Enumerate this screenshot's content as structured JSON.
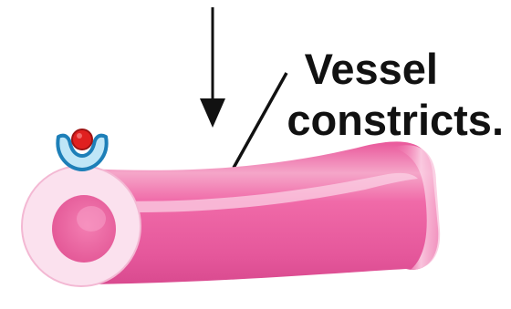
{
  "annotation": {
    "lines": [
      "Vessel",
      "constricts."
    ]
  },
  "colors": {
    "vessel_body": "#f06aa8",
    "vessel_highlight": "#fbd0e4",
    "vessel_shadow": "#d94a8f",
    "vessel_wall_end": "#fbe1ee",
    "vessel_lumen": "#ec6aa5",
    "receptor": "#2a9fd8",
    "receptor_inner": "#bfe6f7",
    "ligand": "#e0201f",
    "arrow": "#111111",
    "text": "#111111"
  },
  "icons": {
    "stimulus_arrow": "down-arrow",
    "receptor": "receptor-cup",
    "ligand": "ligand-ball"
  }
}
